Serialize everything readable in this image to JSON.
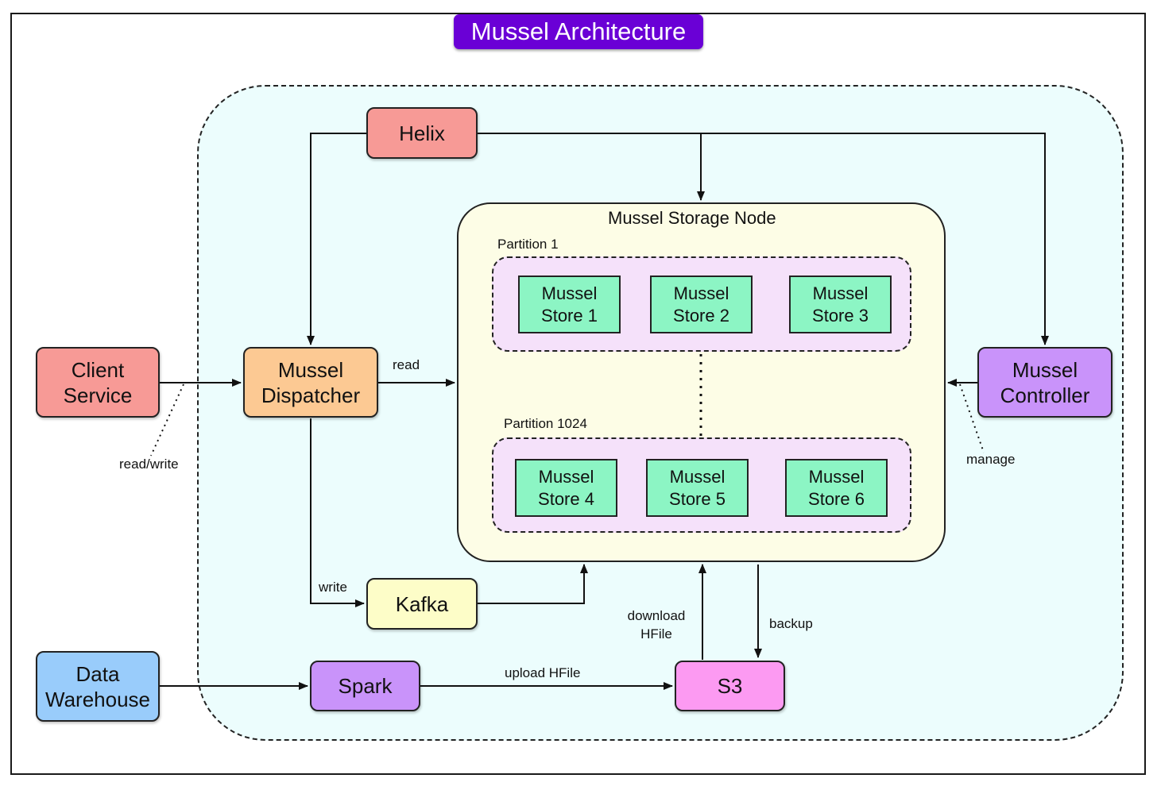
{
  "title": "Mussel Architecture",
  "nodes": {
    "helix": "Helix",
    "client_service": "Client\nService",
    "mussel_dispatcher": "Mussel\nDispatcher",
    "mussel_controller": "Mussel\nController",
    "kafka": "Kafka",
    "data_warehouse": "Data\nWarehouse",
    "spark": "Spark",
    "s3": "S3"
  },
  "storage_node": {
    "label": "Mussel Storage Node",
    "partitions": [
      {
        "label": "Partition 1",
        "stores": [
          "Mussel\nStore 1",
          "Mussel\nStore 2",
          "Mussel\nStore 3"
        ]
      },
      {
        "label": "Partition 1024",
        "stores": [
          "Mussel\nStore 4",
          "Mussel\nStore 5",
          "Mussel\nStore 6"
        ]
      }
    ]
  },
  "edges": {
    "read": "read",
    "read_write": "read/write",
    "write": "write",
    "manage": "manage",
    "download_hfile": "download\nHFile",
    "backup": "backup",
    "upload_hfile": "upload HFile"
  },
  "colors": {
    "title_bg": "#6a00d6",
    "helix": "#f79a96",
    "client_service": "#f79a96",
    "mussel_dispatcher": "#fcc993",
    "mussel_controller": "#c993fa",
    "kafka": "#fdfdc8",
    "data_warehouse": "#99ccfb",
    "spark": "#c993fa",
    "s3": "#fc9af2",
    "store": "#8cf5c4"
  }
}
